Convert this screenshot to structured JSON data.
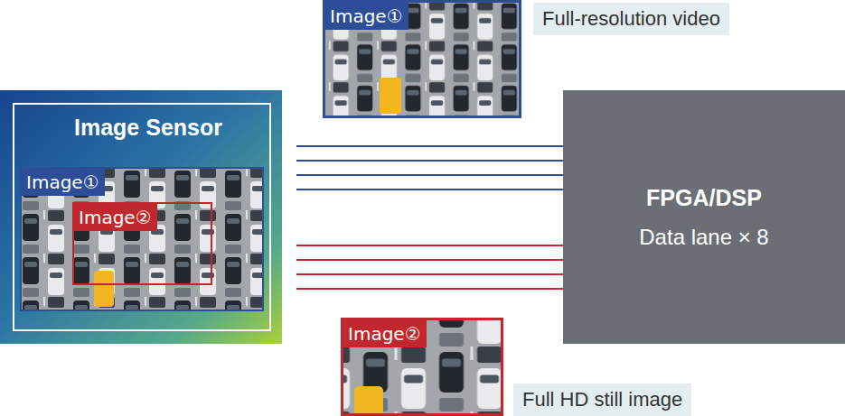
{
  "diagram": {
    "nodes": [
      {
        "text": [
          "Image Sensor"
        ]
      },
      {
        "text": [
          "Image①"
        ],
        "in": 0
      },
      {
        "text": [
          "Image②"
        ],
        "in": 1
      },
      {
        "text": [
          "Image①"
        ]
      },
      {
        "text": [
          "Image②"
        ]
      },
      {
        "text": [
          "FPGA/DSP",
          "Data lane × 8"
        ]
      }
    ],
    "edges": [
      {
        "from": 0,
        "to": 5,
        "arrow": "none"
      },
      {
        "from": 0,
        "to": 5,
        "arrow": "none"
      },
      {
        "from": 0,
        "to": 5,
        "arrow": "none"
      },
      {
        "from": 0,
        "to": 5,
        "arrow": "none"
      },
      {
        "from": 0,
        "to": 5,
        "arrow": "none"
      },
      {
        "from": 0,
        "to": 5,
        "arrow": "none"
      },
      {
        "from": 0,
        "to": 5,
        "arrow": "none"
      },
      {
        "from": 0,
        "to": 5,
        "arrow": "none"
      }
    ],
    "labels": [
      "Full-resolution video",
      "Full HD still image"
    ]
  }
}
